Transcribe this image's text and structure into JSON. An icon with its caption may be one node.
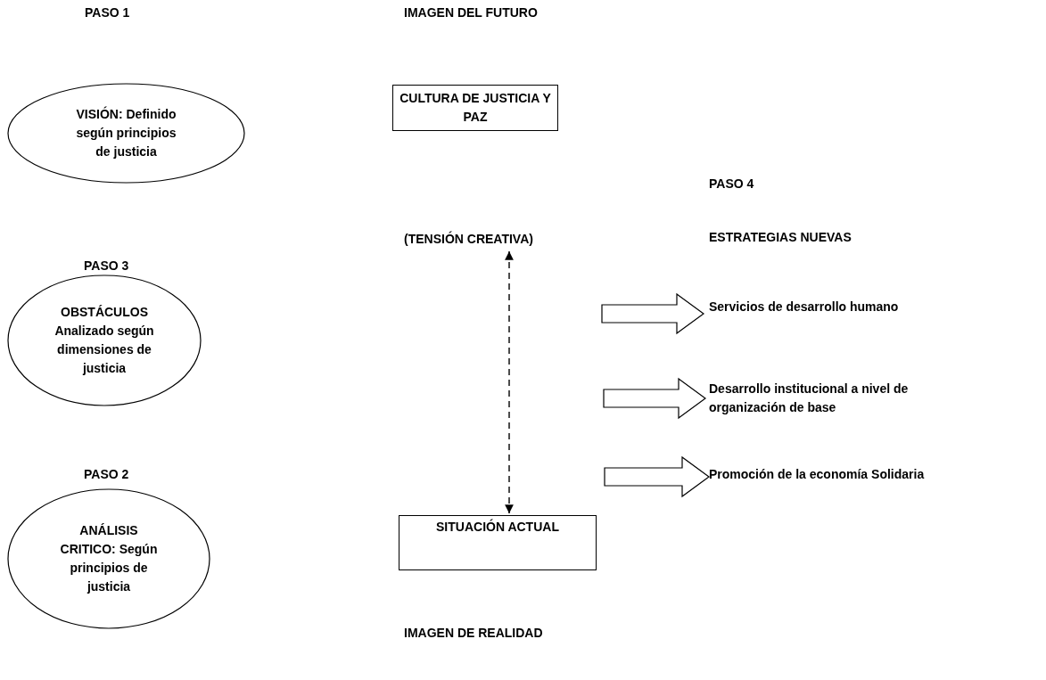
{
  "diagram": {
    "nodes": [
      {
        "text": [
          "VISIÓN: Definido según principios de justicia"
        ]
      },
      {
        "text": [
          "CULTURA DE JUSTICIA Y PAZ"
        ]
      },
      {
        "text": [
          "(TENSIÓN CREATIVA)"
        ]
      },
      {
        "text": [
          "OBSTÁCULOS Analizado según dimensiones de justicia"
        ]
      },
      {
        "text": [
          "Servicios de desarrollo humano"
        ]
      },
      {
        "text": [
          "Desarrollo institucional a nivel de organización de base"
        ]
      },
      {
        "text": [
          "Promoción de la economía Solidaria"
        ]
      },
      {
        "text": [
          "ANÁLISIS CRITICO: Según principios de justicia"
        ]
      },
      {
        "text": [
          "SITUACIÓN ACTUAL"
        ]
      }
    ],
    "edges": [
      {
        "from": 2,
        "to": 8,
        "arrow": "both",
        "style": "dashed"
      },
      {
        "from": null,
        "to": 4,
        "arrow": "to",
        "style": "thick"
      },
      {
        "from": null,
        "to": 5,
        "arrow": "to",
        "style": "thick"
      },
      {
        "from": null,
        "to": 6,
        "arrow": "to",
        "style": "thick"
      }
    ],
    "labels": [
      "PASO 1",
      "IMAGEN DEL FUTURO",
      "PASO 4",
      "ESTRATEGIAS NUEVAS",
      "PASO 3",
      "PASO 2",
      "IMAGEN DE REALIDAD"
    ]
  }
}
